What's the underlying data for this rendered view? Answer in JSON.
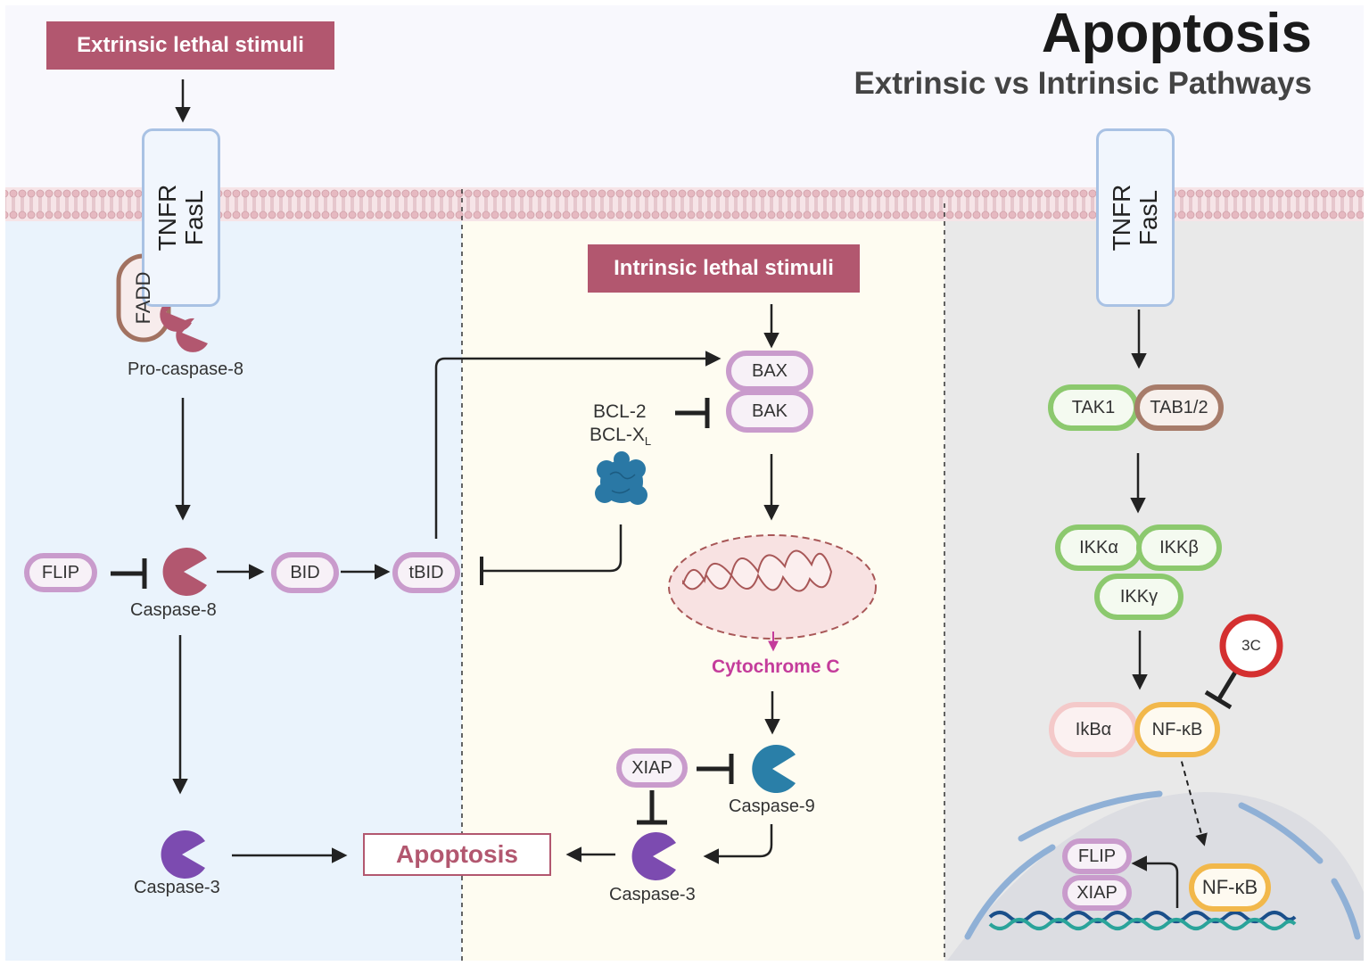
{
  "title": "Apoptosis",
  "subtitle": "Extrinsic vs Intrinsic Pathways",
  "stimuli": {
    "extrinsic": "Extrinsic lethal stimuli",
    "intrinsic": "Intrinsic lethal stimuli"
  },
  "receptors": {
    "left": [
      "TNFR",
      "FasL"
    ],
    "right": [
      "TNFR",
      "FasL"
    ]
  },
  "extrinsic": {
    "fadd": "FADD",
    "pro_caspase8": "Pro-caspase-8",
    "flip": "FLIP",
    "caspase8": "Caspase-8",
    "bid": "BID",
    "tbid": "tBID",
    "caspase3": "Caspase-3"
  },
  "intrinsic": {
    "bax": "BAX",
    "bak": "BAK",
    "bcl2": "BCL-2",
    "bclxl": "BCL-X",
    "bclxl_sub": "L",
    "cytochrome": "Cytochrome C",
    "xiap": "XIAP",
    "caspase9": "Caspase-9",
    "caspase3": "Caspase-3"
  },
  "apoptosis_box": "Apoptosis",
  "nfkb_pathway": {
    "tak1": "TAK1",
    "tab": "TAB1/2",
    "ikka": "IKKα",
    "ikkb": "IKKβ",
    "ikkg": "IKKγ",
    "inhibitor": "3C",
    "ikba": "IkBα",
    "nfkb": "NF-κB",
    "nucleus_flip": "FLIP",
    "nucleus_xiap": "XIAP",
    "nucleus_nfkb": "NF-κB"
  },
  "colors": {
    "stimulus": "#b2576f",
    "extrinsic_bg": "#eaf3fc",
    "intrinsic_bg": "#fefcf1",
    "nfkb_bg": "#e9e9e9",
    "caspase8": "#b2576f",
    "caspase3": "#7c4bb0",
    "caspase9": "#2a7fa8",
    "cytochrome": "#c43c9b",
    "tak_green": "#8cc96e",
    "tab_brown": "#a77c6a",
    "nfkb_orange": "#f2b84b",
    "inhibitor_red": "#d43030"
  }
}
